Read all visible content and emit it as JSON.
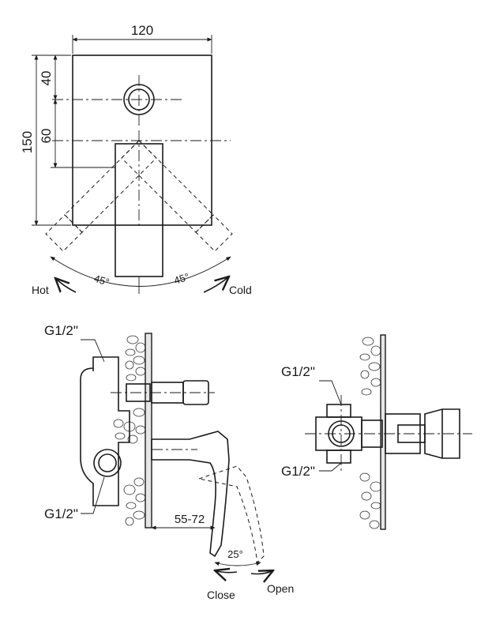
{
  "top_view": {
    "dim_width": "120",
    "dim_height_total": "150",
    "dim_upper": "40",
    "dim_middle": "60",
    "angle_left": "45°",
    "angle_right": "45°",
    "label_hot": "Hot",
    "label_cold": "Cold"
  },
  "side_view": {
    "thread_top": "G1/2\"",
    "thread_bottom": "G1/2\"",
    "dim_depth": "55-72",
    "angle_lever": "25°",
    "label_close": "Close",
    "label_open": "Open"
  },
  "rear_view": {
    "thread_top": "G1/2\"",
    "thread_bottom": "G1/2\""
  }
}
